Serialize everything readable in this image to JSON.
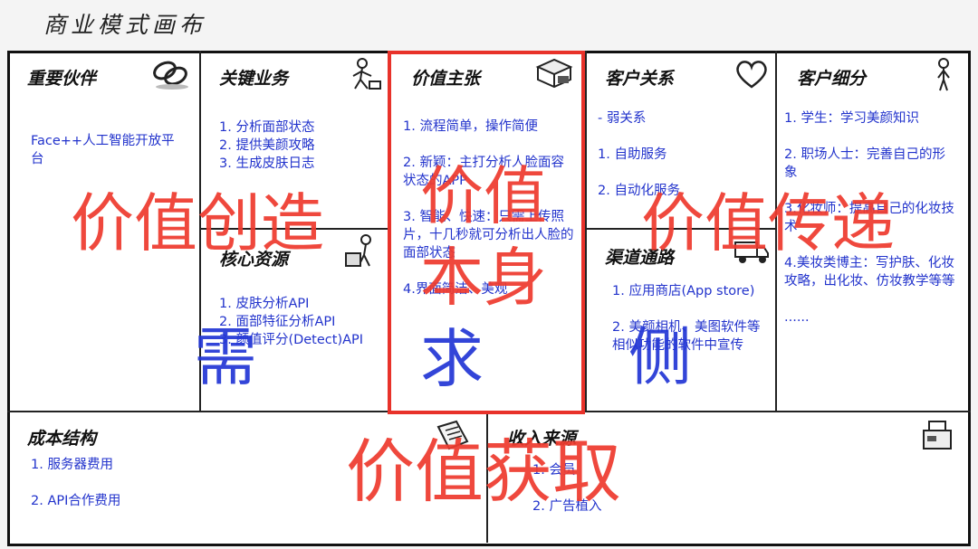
{
  "title": "商业模式画布",
  "blocks": {
    "key_partners": {
      "heading": "重要伙伴",
      "items": [
        "Face++人工智能开放平台"
      ]
    },
    "key_activities": {
      "heading": "关键业务",
      "items": [
        "1. 分析面部状态",
        "2. 提供美颜攻略",
        "3. 生成皮肤日志"
      ]
    },
    "key_resources": {
      "heading": "核心资源",
      "items": [
        "1. 皮肤分析API",
        "2. 面部特征分析API",
        "3. 颜值评分(Detect)API"
      ]
    },
    "value_propositions": {
      "heading": "价值主张",
      "items": [
        "1. 流程简单，操作简便",
        "2. 新颖：主打分析人脸面容状态的APP",
        "3. 智能、快速：只需上传照片，十几秒就可分析出人脸的面部状态",
        "4.界面简洁、美观"
      ]
    },
    "customer_relationships": {
      "heading": "客户关系",
      "items": [
        "- 弱关系",
        "1. 自助服务",
        "2. 自动化服务"
      ]
    },
    "channels": {
      "heading": "渠道通路",
      "items": [
        "1. 应用商店(App store)",
        "2. 美颜相机、美图软件等相似功能的软件中宣传"
      ]
    },
    "customer_segments": {
      "heading": "客户细分",
      "items": [
        "1. 学生：学习美颜知识",
        "2. 职场人士：完善自己的形象",
        "3.化妆师：提高自己的化妆技术",
        "4.美妆类博主：写护肤、化妆攻略，出化妆、仿妆教学等等",
        "......"
      ]
    },
    "cost_structure": {
      "heading": "成本结构",
      "items": [
        "1. 服务器费用",
        "2. API合作费用"
      ]
    },
    "revenue_streams": {
      "heading": "收入来源",
      "items": [
        "1. 会员",
        "2. 广告植入"
      ]
    }
  },
  "annotations": {
    "value_creation": "价值创造",
    "demand": "需",
    "value_itself_1": "价值",
    "value_itself_2": "本身",
    "value_itself_3": "求",
    "value_delivery": "价值传递",
    "side": "侧",
    "value_capture": "价值获取"
  },
  "icons": {
    "key_partners": "chain-link-icon",
    "key_activities": "worker-icon",
    "key_resources": "worker-boxes-icon",
    "value_propositions": "gift-box-icon",
    "customer_relationships": "heart-icon",
    "channels": "delivery-truck-icon",
    "customer_segments": "person-icon",
    "cost_structure": "price-tag-icon",
    "revenue_streams": "cash-register-icon"
  },
  "colors": {
    "annotation_red": "#ee3b2f",
    "annotation_blue": "#2437d6",
    "item_text": "#2233cc",
    "highlight_box": "#e8322a"
  }
}
